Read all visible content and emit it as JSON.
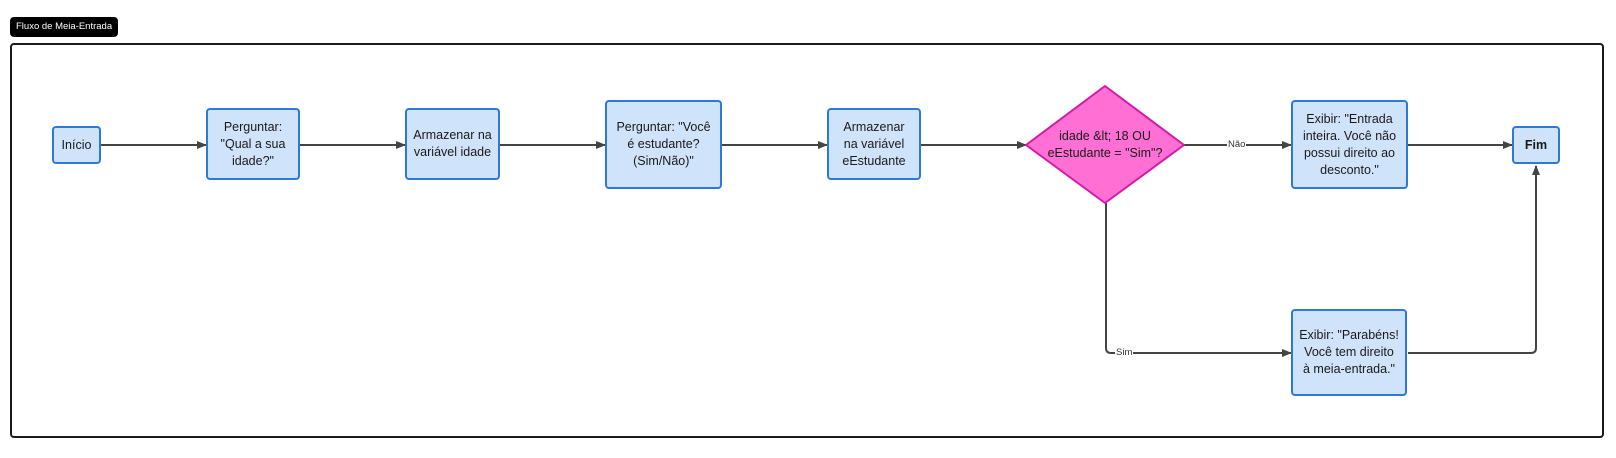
{
  "diagram": {
    "title": "Fluxo de Meia-Entrada",
    "nodes": {
      "inicio": "Início",
      "perguntar_idade": "Perguntar: \"Qual a sua idade?\"",
      "armazenar_idade": "Armazenar na variável idade",
      "perguntar_estudante": "Perguntar: \"Você é estudante? (Sim/Não)\"",
      "armazenar_estudante": "Armazenar na variável eEstudante",
      "decisao": "idade &lt; 18 OU eEstudante = \"Sim\"?",
      "exibir_inteira": "Exibir: \"Entrada inteira. Você não possui direito ao desconto.\"",
      "exibir_meia": "Exibir: \"Parabéns! Você tem direito à meia-entrada.\"",
      "fim": "Fim"
    },
    "edge_labels": {
      "nao": "Não",
      "sim": "Sim"
    },
    "colors": {
      "process_fill": "#cfe3fb",
      "process_border": "#2d79d6",
      "decision_fill": "#ff6fd4",
      "decision_border": "#d11ca6",
      "edge": "#444444"
    }
  }
}
